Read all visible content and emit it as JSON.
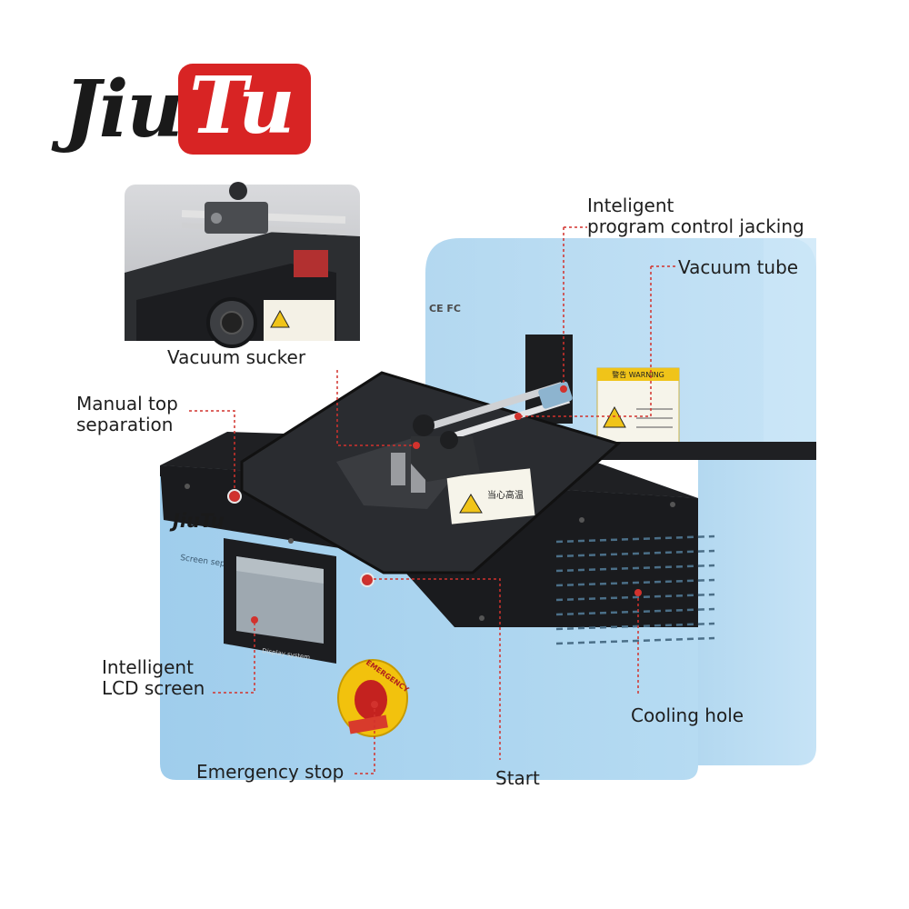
{
  "brand": {
    "logo_left": "Jiu",
    "logo_right": "Tu"
  },
  "machine": {
    "cert_marks": "CE FC",
    "panel_brand": "JiuTu",
    "panel_model": "Screen separator",
    "screen_caption": "Display system",
    "warning_header": "警告 WARNING",
    "warning_hot": "当心高温",
    "emergency_ring_text": "EMERGENCY"
  },
  "callouts": {
    "jacking_line1": "Inteligent",
    "jacking_line2": "program control jacking",
    "vacuum_tube": "Vacuum tube",
    "vacuum_sucker": "Vacuum sucker",
    "manual_line1": "Manual top",
    "manual_line2": "separation",
    "lcd_line1": "Intelligent",
    "lcd_line2": "LCD screen",
    "cooling_hole": "Cooling hole",
    "emergency_stop": "Emergency stop",
    "start": "Start"
  },
  "colors": {
    "body_blue": "#a7d2ee",
    "top_plate": "#222428",
    "accent_red": "#d2322d",
    "logo_red": "#d82424"
  }
}
